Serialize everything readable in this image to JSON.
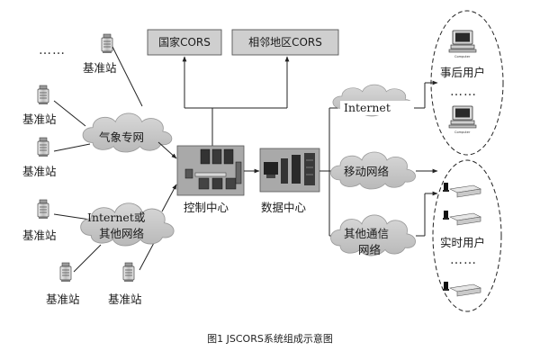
{
  "stations": {
    "label": "基准站",
    "dots": "……"
  },
  "boxes": {
    "national_cors": "国家CORS",
    "neighbor_cors": "相邻地区CORS"
  },
  "networks": {
    "meteorological": "气象专网",
    "internet_or_other_line1": "Internet或",
    "internet_or_other_line2": "其他网络",
    "internet": "Internet",
    "mobile": "移动网络",
    "other_comm_line1": "其他通信",
    "other_comm_line2": "网络"
  },
  "centers": {
    "control": "控制中心",
    "data": "数据中心"
  },
  "users": {
    "postprocess": "事后用户",
    "realtime": "实时用户",
    "dots": "……",
    "computer_label": "Computer"
  },
  "caption": "图1 JSCORS系统组成示意图"
}
